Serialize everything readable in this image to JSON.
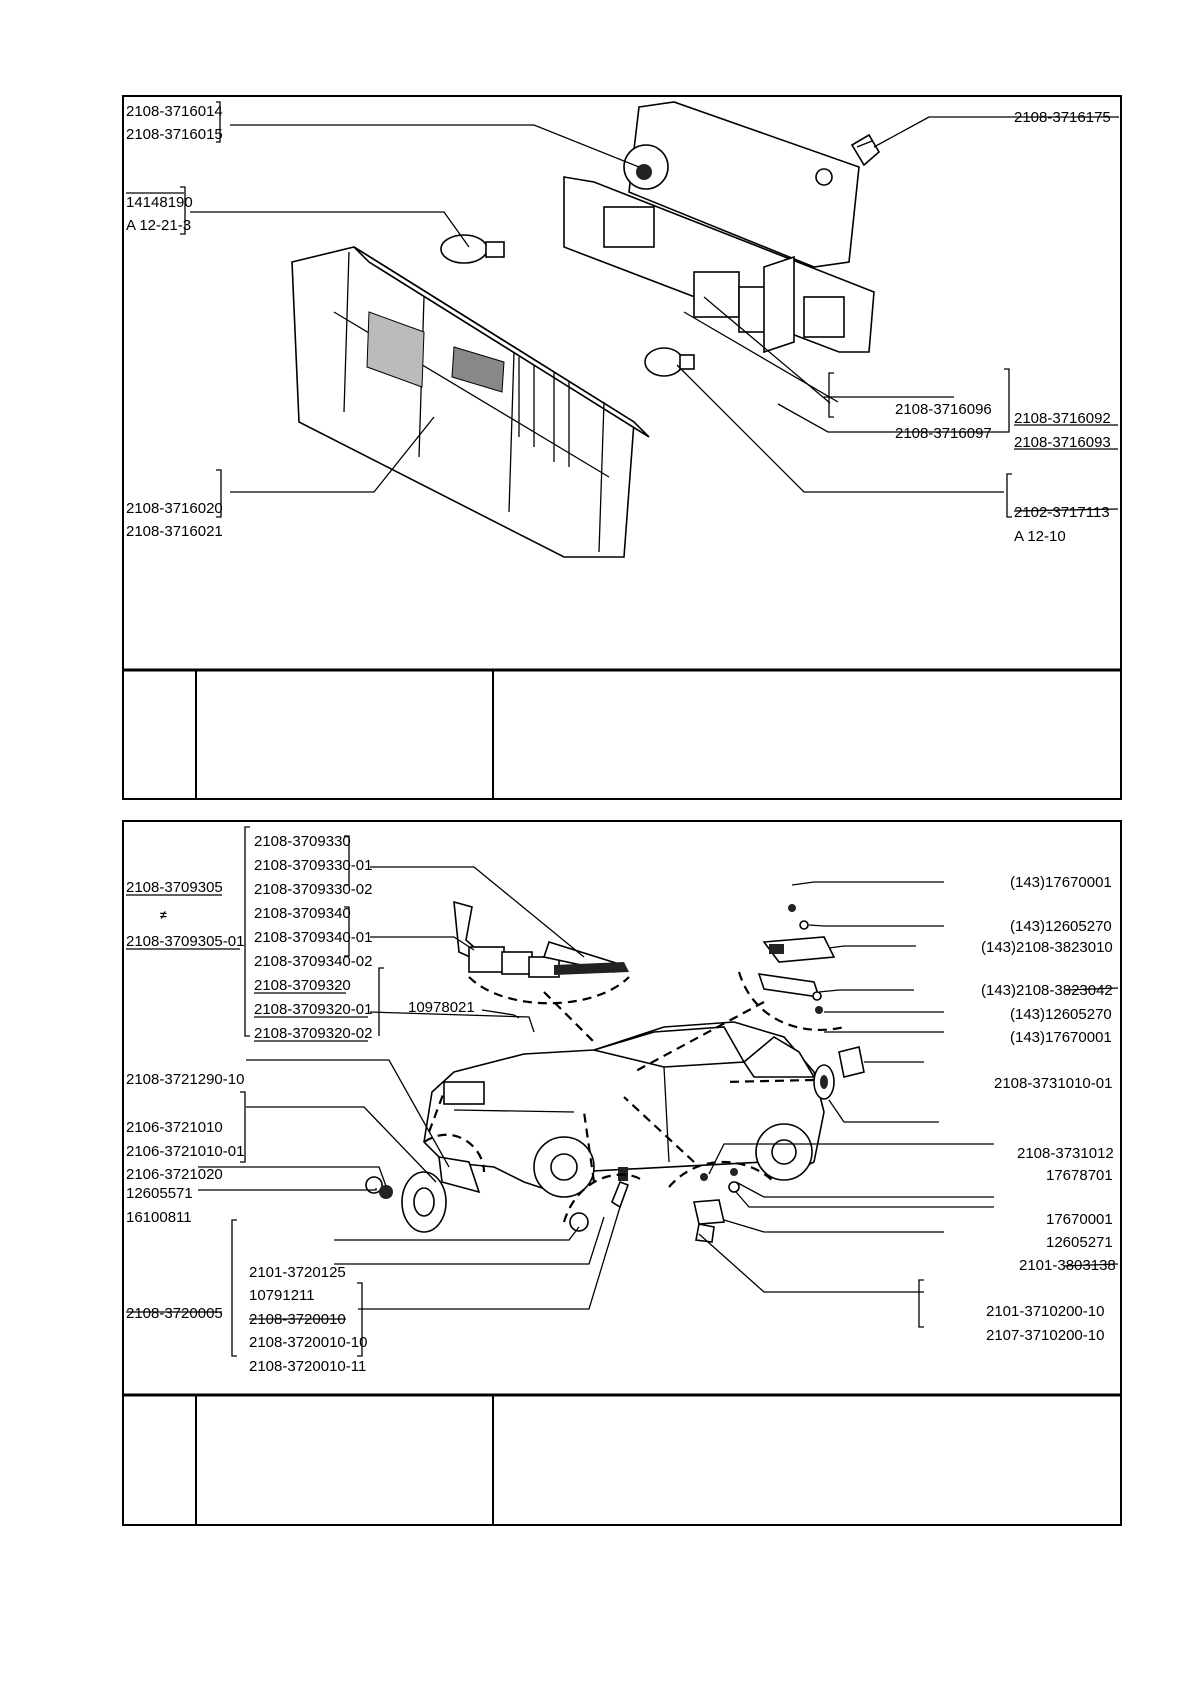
{
  "panel1": {
    "labels": {
      "lamp_housing_a": "2108-3716014",
      "lamp_housing_b": "2108-3716015",
      "bulb_large_code": "14148190",
      "bulb_large_type": "A 12-21-3",
      "lens_a": "2108-3716020",
      "lens_b": "2108-3716021",
      "nut": "2108-3716175",
      "holder_a": "2108-3716096",
      "holder_b": "2108-3716097",
      "board_a": "2108-3716092",
      "board_b": "2108-3716093",
      "bulb_small_code": "2102-3717113",
      "bulb_small_type": "A 12-10"
    }
  },
  "panel2": {
    "labels": {
      "switch_assembly_a": "2108-3709305",
      "switch_assembly_b": "2108-3709305-01",
      "neq": "≠",
      "sw_330": "2108-3709330",
      "sw_330_01": "2108-3709330-01",
      "sw_330_02": "2108-3709330-02",
      "sw_340": "2108-3709340",
      "sw_340_01": "2108-3709340-01",
      "sw_340_02": "2108-3709340-02",
      "sw_320": "2108-3709320",
      "sw_320_01": "2108-3709320-01",
      "sw_320_02": "2108-3709320-02",
      "screw_small": "10978021",
      "horn_bracket": "2108-3721290-10",
      "horn_a": "2106-3721010",
      "horn_b": "2106-3721010-01",
      "horn_c": "2106-3721020",
      "nut_horn": "12605571",
      "washer_horn": "16100811",
      "sensor_kit": "2108-3720005",
      "sensor_nut": "2101-3720125",
      "sensor_washer": "10791211",
      "sensor_a": "2108-3720010",
      "sensor_b": "2108-3720010-10",
      "sensor_c": "2108-3720010-11",
      "bolt_r1": "(143)17670001",
      "washer_r1": "(143)12605270",
      "unit": "(143)2108-3823010",
      "bracket": "(143)2108-3823042",
      "washer_r2": "(143)12605270",
      "bolt_r2": "(143)17670001",
      "reflector": "2108-3731010-01",
      "reflector_seal": "2108-3731012",
      "screw_r": "17678701",
      "bolt_r3": "17670001",
      "washer_r3": "12605271",
      "bracket_r": "2101-3803138",
      "relay_a": "2101-3710200-10",
      "relay_b": "2107-3710200-10"
    }
  }
}
